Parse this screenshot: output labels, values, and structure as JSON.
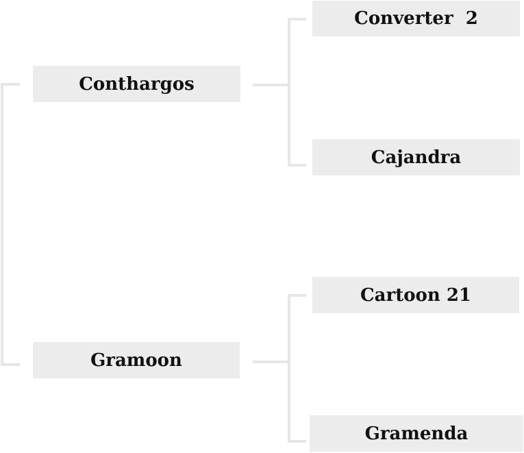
{
  "diagram": {
    "type": "tree",
    "line_color": "#e6e6e6",
    "node_fill": "#ececec",
    "text_color": "#111111",
    "nodes": {
      "conthargos": "Conthargos",
      "gramoon": "Gramoon",
      "converter": "Converter  2",
      "cajandra": "Cajandra",
      "cartoon": "Cartoon 21",
      "gramenda": "Gramenda"
    },
    "edges": [
      [
        "conthargos",
        "converter"
      ],
      [
        "conthargos",
        "cajandra"
      ],
      [
        "gramoon",
        "cartoon"
      ],
      [
        "gramoon",
        "gramenda"
      ]
    ]
  }
}
